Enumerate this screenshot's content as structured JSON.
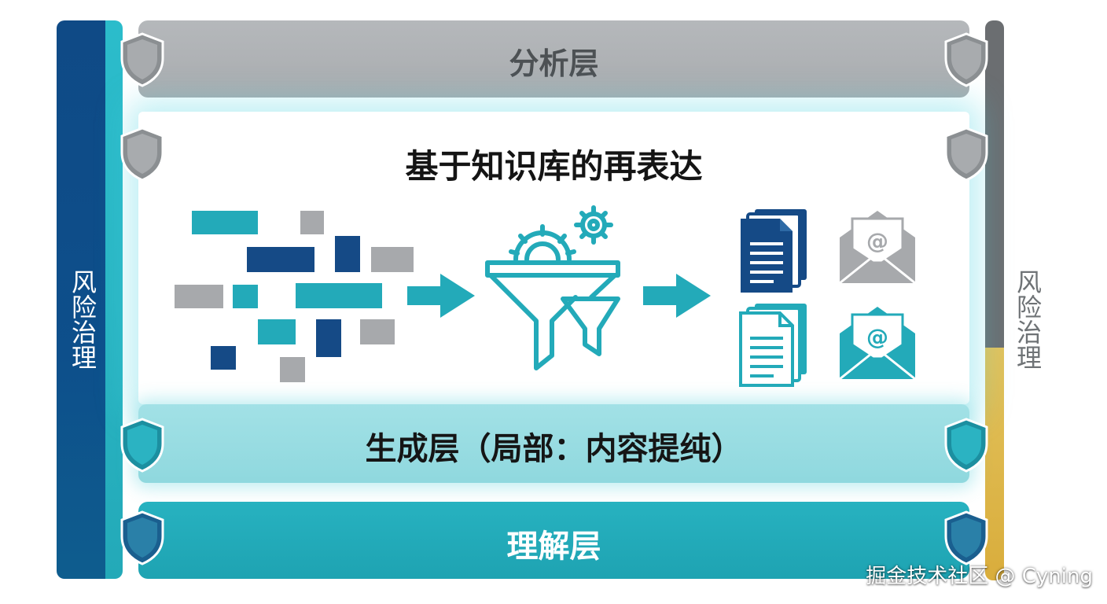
{
  "governance": {
    "left_label": "风险治理",
    "right_label": "风险治理"
  },
  "layers": {
    "analysis": "分析层",
    "middle_title": "基于知识库的再表达",
    "generation": "生成层（局部：内容提纯）",
    "understanding": "理解层"
  },
  "icons": {
    "shield": "shield-icon",
    "arrow": "arrow-right-icon",
    "funnel": "funnel-gear-icon",
    "document": "document-stack-icon",
    "email": "email-at-icon"
  },
  "colors": {
    "teal": "#23aab9",
    "navy": "#154a86",
    "gray": "#a7a9ac",
    "gold": "#d9ad3c"
  },
  "watermark": "掘金技术社区 @ Cyning"
}
